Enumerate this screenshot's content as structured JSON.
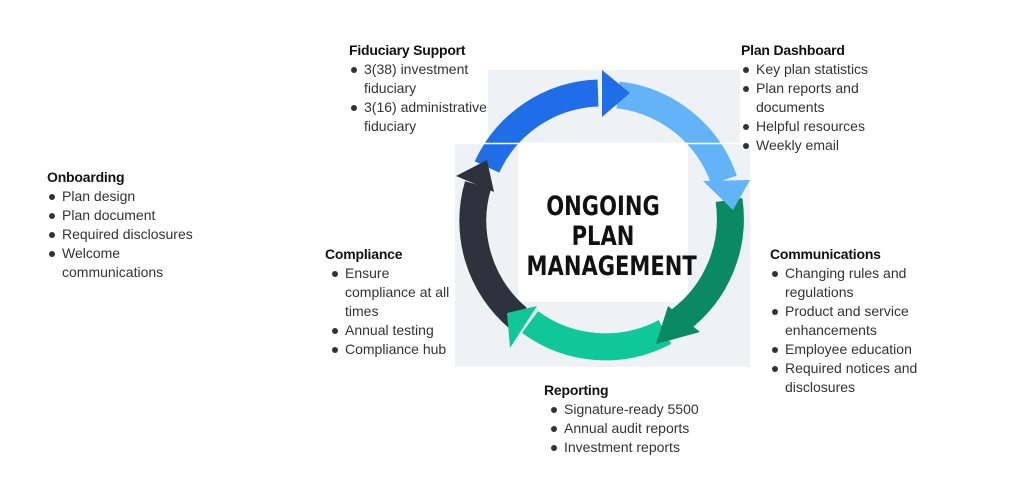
{
  "center": {
    "line1": "ONGOING PLAN",
    "line2": "MANAGEMENT"
  },
  "colors": {
    "fiduciary_arrow": "#1f6ee8",
    "dashboard_arrow": "#62b3f7",
    "communications_arrow": "#0a8a62",
    "reporting_arrow": "#10c897",
    "compliance_arrow": "#2d333d",
    "panel_bg": "#eff2f5"
  },
  "sections": {
    "onboarding": {
      "title": "Onboarding",
      "items": [
        "Plan design",
        "Plan document",
        "Required disclosures",
        "Welcome communications"
      ]
    },
    "fiduciary": {
      "title": "Fiduciary Support",
      "items": [
        "3(38) investment fiduciary",
        "3(16) administrative fiduciary"
      ]
    },
    "dashboard": {
      "title": "Plan Dashboard",
      "items": [
        "Key plan statistics",
        "Plan reports and documents",
        "Helpful resources",
        "Weekly email"
      ]
    },
    "communications": {
      "title": "Communications",
      "items": [
        "Changing rules and regulations",
        "Product and service enhancements",
        "Employee education",
        "Required notices and disclosures"
      ]
    },
    "reporting": {
      "title": "Reporting",
      "items": [
        "Signature-ready 5500",
        "Annual audit reports",
        "Investment reports"
      ]
    },
    "compliance": {
      "title": "Compliance",
      "items": [
        "Ensure compliance at all times",
        "Annual testing",
        "Compliance hub"
      ]
    }
  }
}
